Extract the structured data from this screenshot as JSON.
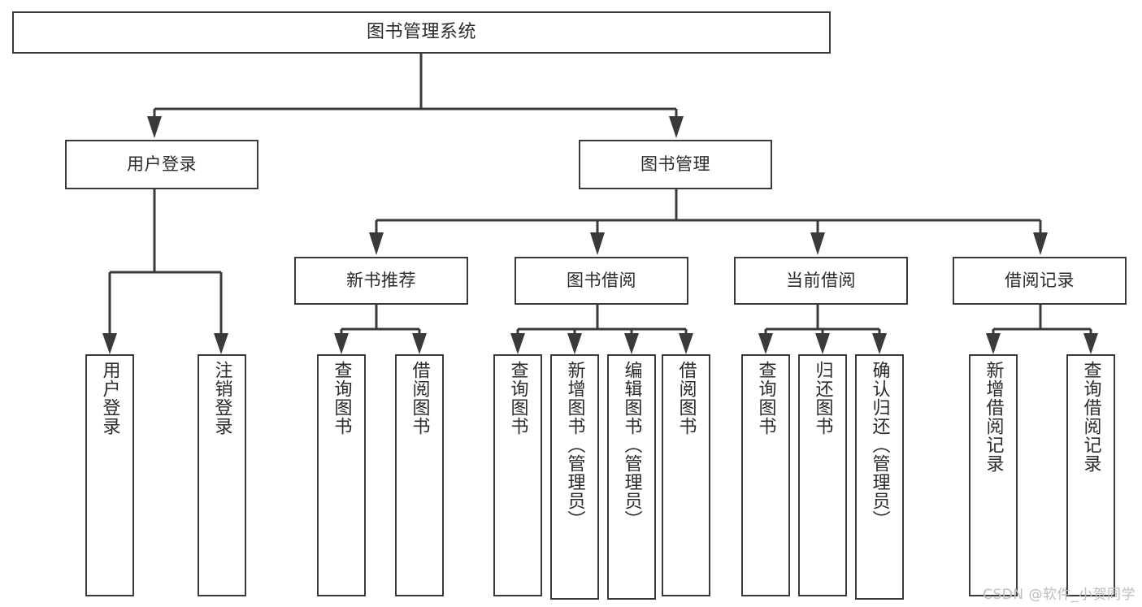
{
  "diagram": {
    "title": "图书管理系统",
    "watermark": "CSDN @软件_小贺同学",
    "colors": {
      "background": "#ffffff",
      "box_border": "#3a3a3a",
      "box_fill": "#ffffff",
      "text": "#2b2b2b",
      "connector": "#3a3a3a",
      "watermark": "#bdbdbd"
    },
    "root": {
      "label": "图书管理系统"
    },
    "level2": [
      {
        "label": "用户登录"
      },
      {
        "label": "图书管理"
      }
    ],
    "level3": [
      {
        "label": "新书推荐"
      },
      {
        "label": "图书借阅"
      },
      {
        "label": "当前借阅"
      },
      {
        "label": "借阅记录"
      }
    ],
    "leaves": {
      "user_login": [
        {
          "label": "用户登录"
        },
        {
          "label": "注销登录"
        }
      ],
      "new_book_recommend": [
        {
          "label": "查询图书"
        },
        {
          "label": "借阅图书"
        }
      ],
      "book_borrow": [
        {
          "label": "查询图书"
        },
        {
          "label": "新增图书（管理员）"
        },
        {
          "label": "编辑图书（管理员）"
        },
        {
          "label": "借阅图书"
        }
      ],
      "current_borrow": [
        {
          "label": "查询图书"
        },
        {
          "label": "归还图书"
        },
        {
          "label": "确认归还（管理员）"
        }
      ],
      "borrow_record": [
        {
          "label": "新增借阅记录"
        },
        {
          "label": "查询借阅记录"
        }
      ]
    }
  }
}
